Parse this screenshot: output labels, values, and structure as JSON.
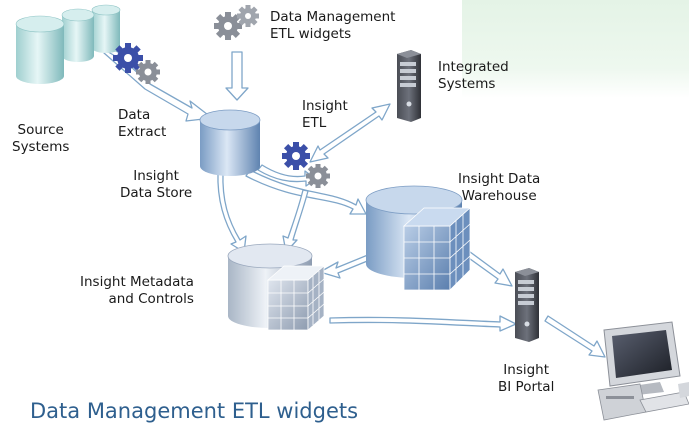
{
  "labels": {
    "source_systems": [
      "Source",
      "Systems"
    ],
    "data_extract": [
      "Data",
      "Extract"
    ],
    "data_mgmt_widgets": [
      "Data Management",
      "ETL widgets"
    ],
    "integrated_systems": [
      "Integrated",
      "Systems"
    ],
    "insight_etl": [
      "Insight",
      "ETL"
    ],
    "insight_data_store": [
      "Insight",
      "Data Store"
    ],
    "insight_data_warehouse": [
      "Insight Data",
      "Warehouse"
    ],
    "insight_metadata": [
      "Insight Metadata",
      "and Controls"
    ],
    "insight_bi_portal": [
      "Insight",
      "BI Portal"
    ]
  },
  "caption": "Data Management ETL widgets",
  "colors": {
    "accent_panel": "#e4f3e6",
    "caption": "#2e5f8e",
    "arrow_fill": "#ffffff",
    "arrow_stroke": "#7fa6c9",
    "gear_blue": "#3b4fa8",
    "gear_gray": "#8a8f98"
  }
}
